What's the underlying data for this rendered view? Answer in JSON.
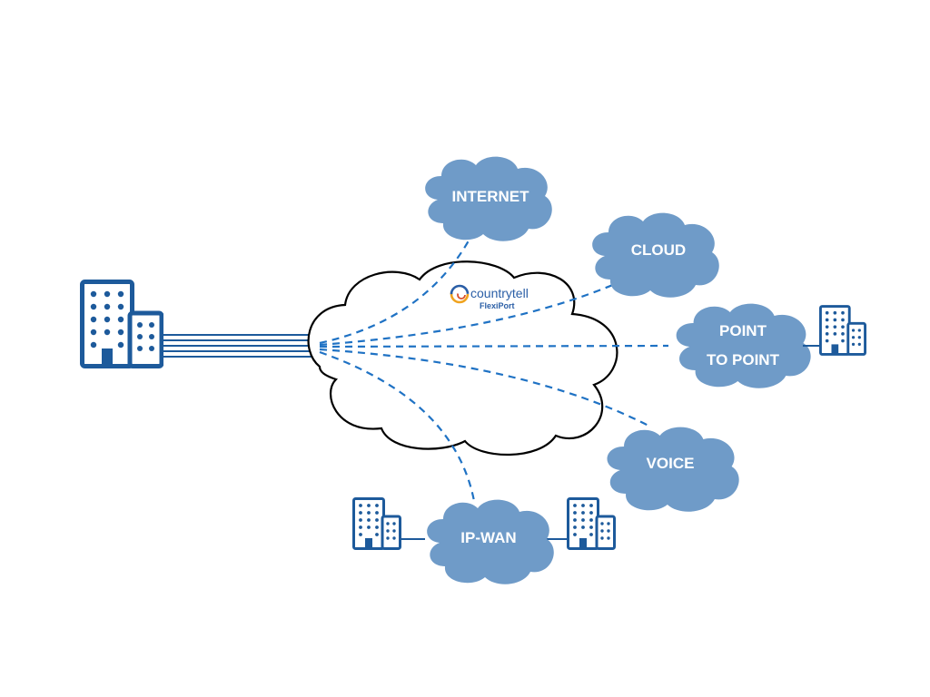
{
  "diagram": {
    "core": {
      "logo_name": "countrytell",
      "logo_sub": "FlexiPort"
    },
    "services": [
      {
        "id": "internet",
        "lines": [
          "INTERNET"
        ]
      },
      {
        "id": "cloud",
        "lines": [
          "CLOUD"
        ]
      },
      {
        "id": "point-to-point",
        "lines": [
          "POINT",
          "TO POINT"
        ]
      },
      {
        "id": "voice",
        "lines": [
          "VOICE"
        ]
      },
      {
        "id": "ip-wan",
        "lines": [
          "IP-WAN"
        ]
      }
    ],
    "colors": {
      "building": "#1d5a9b",
      "service_cloud": "#6f9bc8",
      "link": "#1f72c4",
      "core_outline": "#000000"
    }
  }
}
